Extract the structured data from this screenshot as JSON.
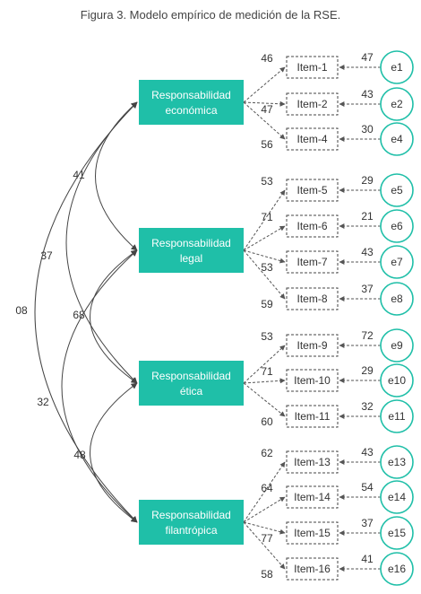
{
  "title": "Figura 3. Modelo empírico de medición de la RSE.",
  "colors": {
    "factor_fill": "#1fbfa8",
    "error_stroke": "#1fbfa8",
    "text": "#333333",
    "line": "#555555"
  },
  "factors": [
    {
      "id": "F1",
      "lines": [
        "Responsabilidad",
        "económica"
      ]
    },
    {
      "id": "F2",
      "lines": [
        "Responsabilidad",
        "legal"
      ]
    },
    {
      "id": "F3",
      "lines": [
        "Responsabilidad",
        "ética"
      ]
    },
    {
      "id": "F4",
      "lines": [
        "Responsabilidad",
        "filantrópica"
      ]
    }
  ],
  "items": [
    {
      "label": "Item-1",
      "factor": "F1",
      "loading": "46",
      "error": "e1",
      "error_value": "47"
    },
    {
      "label": "Item-2",
      "factor": "F1",
      "loading": "47",
      "error": "e2",
      "error_value": "43"
    },
    {
      "label": "Item-4",
      "factor": "F1",
      "loading": "56",
      "error": "e4",
      "error_value": "30"
    },
    {
      "label": "Item-5",
      "factor": "F2",
      "loading": "53",
      "error": "e5",
      "error_value": "29"
    },
    {
      "label": "Item-6",
      "factor": "F2",
      "loading": "71",
      "error": "e6",
      "error_value": "21"
    },
    {
      "label": "Item-7",
      "factor": "F2",
      "loading": "53",
      "error": "e7",
      "error_value": "43"
    },
    {
      "label": "Item-8",
      "factor": "F2",
      "loading": "59",
      "error": "e8",
      "error_value": "37"
    },
    {
      "label": "Item-9",
      "factor": "F3",
      "loading": "53",
      "error": "e9",
      "error_value": "72"
    },
    {
      "label": "Item-10",
      "factor": "F3",
      "loading": "71",
      "error": "e10",
      "error_value": "29"
    },
    {
      "label": "Item-11",
      "factor": "F3",
      "loading": "60",
      "error": "e11",
      "error_value": "32"
    },
    {
      "label": "Item-13",
      "factor": "F4",
      "loading": "62",
      "error": "e13",
      "error_value": "43"
    },
    {
      "label": "Item-14",
      "factor": "F4",
      "loading": "64",
      "error": "e14",
      "error_value": "54"
    },
    {
      "label": "Item-15",
      "factor": "F4",
      "loading": "77",
      "error": "e15",
      "error_value": "37"
    },
    {
      "label": "Item-16",
      "factor": "F4",
      "loading": "58",
      "error": "e16",
      "error_value": "41"
    }
  ],
  "correlations": [
    {
      "from": "F1",
      "to": "F2",
      "value": "41"
    },
    {
      "from": "F1",
      "to": "F3",
      "value": "37"
    },
    {
      "from": "F1",
      "to": "F4",
      "value": "08"
    },
    {
      "from": "F2",
      "to": "F3",
      "value": "68"
    },
    {
      "from": "F2",
      "to": "F4",
      "value": "32"
    },
    {
      "from": "F3",
      "to": "F4",
      "value": "48"
    }
  ]
}
